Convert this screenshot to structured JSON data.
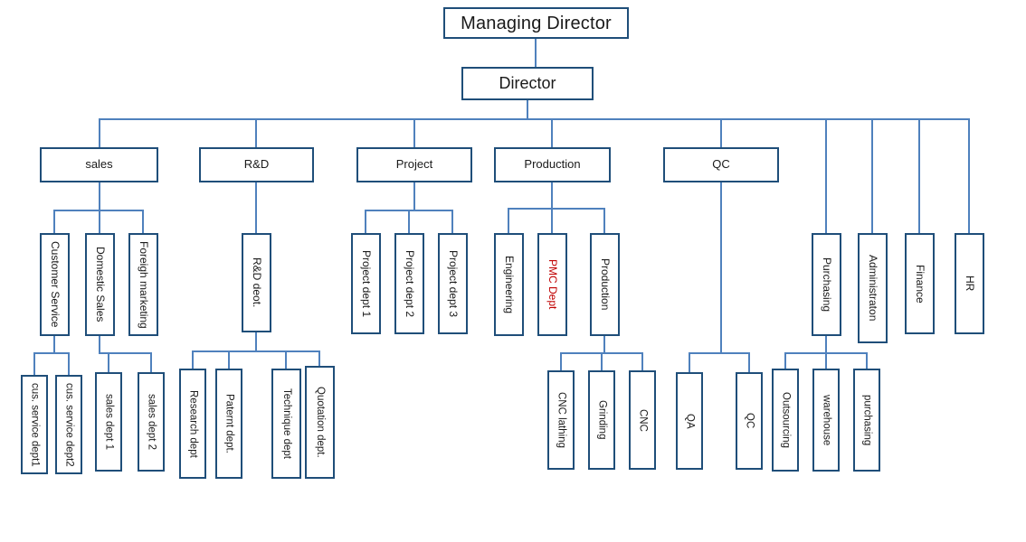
{
  "colors": {
    "box-border": "#1f4e79",
    "line": "#4f81bd",
    "text": "#1a1a1a",
    "pmc-text": "#c00000",
    "bg": "#ffffff"
  },
  "nodes": {
    "managing_director": "Managing Director",
    "director": "Director",
    "sales": "sales",
    "rnd": "R&D",
    "project": "Project",
    "production": "Production",
    "qc": "QC",
    "customer_service": "Customer Service",
    "domestic_sales": "Domestic Sales",
    "foreign_marketing": "Foreigh marketing",
    "rnd_dept": "R&D deot.",
    "project_dept_1": "Project dept 1",
    "project_dept_2": "Project dept 2",
    "project_dept_3": "Project dept 3",
    "engineering": "Engineering",
    "pmc_dept": "PMC Dept",
    "production_dept": "Production",
    "purchasing": "Purchasing",
    "administration": "Administraton",
    "finance": "Finance",
    "hr": "HR",
    "cus_service_dept1": "cus. service dept1",
    "cus_service_dept2": "cus. service dept2",
    "sales_dept_1": "sales dept 1",
    "sales_dept_2": "sales dept 2",
    "research_dept": "Research dept",
    "patent_dept": "Paternt dept.",
    "technique_dept": "Technique dept",
    "quotation_dept": "Quotation dept.",
    "cnc_lathing": "CNC lathing",
    "grinding": "Grinding",
    "cnc": "CNC",
    "qa": "QA",
    "qc_sub": "QC",
    "outsourcing": "Outsourcing",
    "warehouse": "warehouse",
    "purchasing_sub": "purchasing"
  }
}
